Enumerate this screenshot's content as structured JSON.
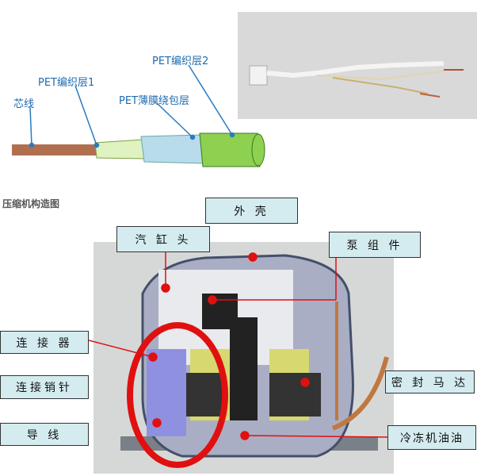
{
  "cable": {
    "labels": [
      "芯线",
      "PET编织层1",
      "PET薄膜绕包层",
      "PET编织层2"
    ]
  },
  "compressor": {
    "title": "压缩机构造图",
    "labels": {
      "shell": "外 壳",
      "cylinder_head": "汽 缸 头",
      "pump": "泵 组 件",
      "connector": "连 接 器",
      "pin": "连接销针",
      "wire": "导 线",
      "motor": "密 封 马 达",
      "oil": "冷冻机油油"
    }
  }
}
